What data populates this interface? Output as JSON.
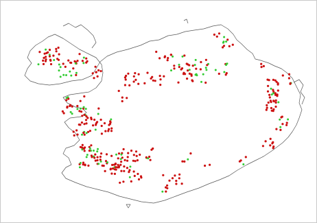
{
  "colors": {
    "background": "#ffffff",
    "border": "#c8c8c8",
    "coastline": "#555555",
    "red_points": "#cc1111",
    "green_points": "#33cc33"
  },
  "map": {
    "type": "point-distribution",
    "region": "Iceland",
    "marker_series": [
      "red",
      "green"
    ]
  }
}
